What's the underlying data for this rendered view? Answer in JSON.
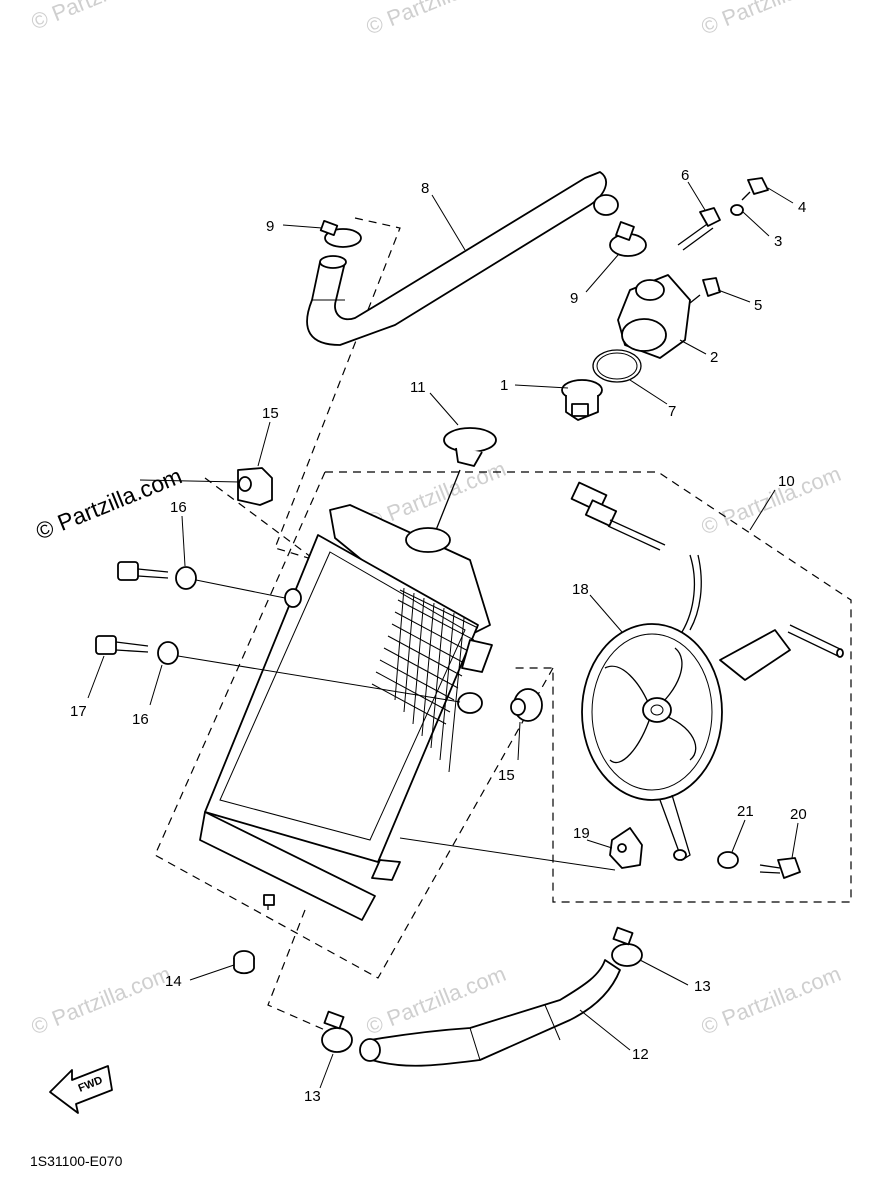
{
  "watermark": {
    "faint": "© Partzilla.com",
    "main": "© Partzilla.com"
  },
  "diagram_code": "1S31100-E070",
  "fwd_arrow": "FWD",
  "callouts": {
    "c1": "1",
    "c2": "2",
    "c3": "3",
    "c4": "4",
    "c5": "5",
    "c6": "6",
    "c7": "7",
    "c8": "8",
    "c9a": "9",
    "c9b": "9",
    "c10": "10",
    "c11": "11",
    "c12": "12",
    "c13a": "13",
    "c13b": "13",
    "c14": "14",
    "c15a": "15",
    "c15b": "15",
    "c16a": "16",
    "c16b": "16",
    "c17": "17",
    "c18": "18",
    "c19": "19",
    "c20": "20",
    "c21": "21"
  }
}
